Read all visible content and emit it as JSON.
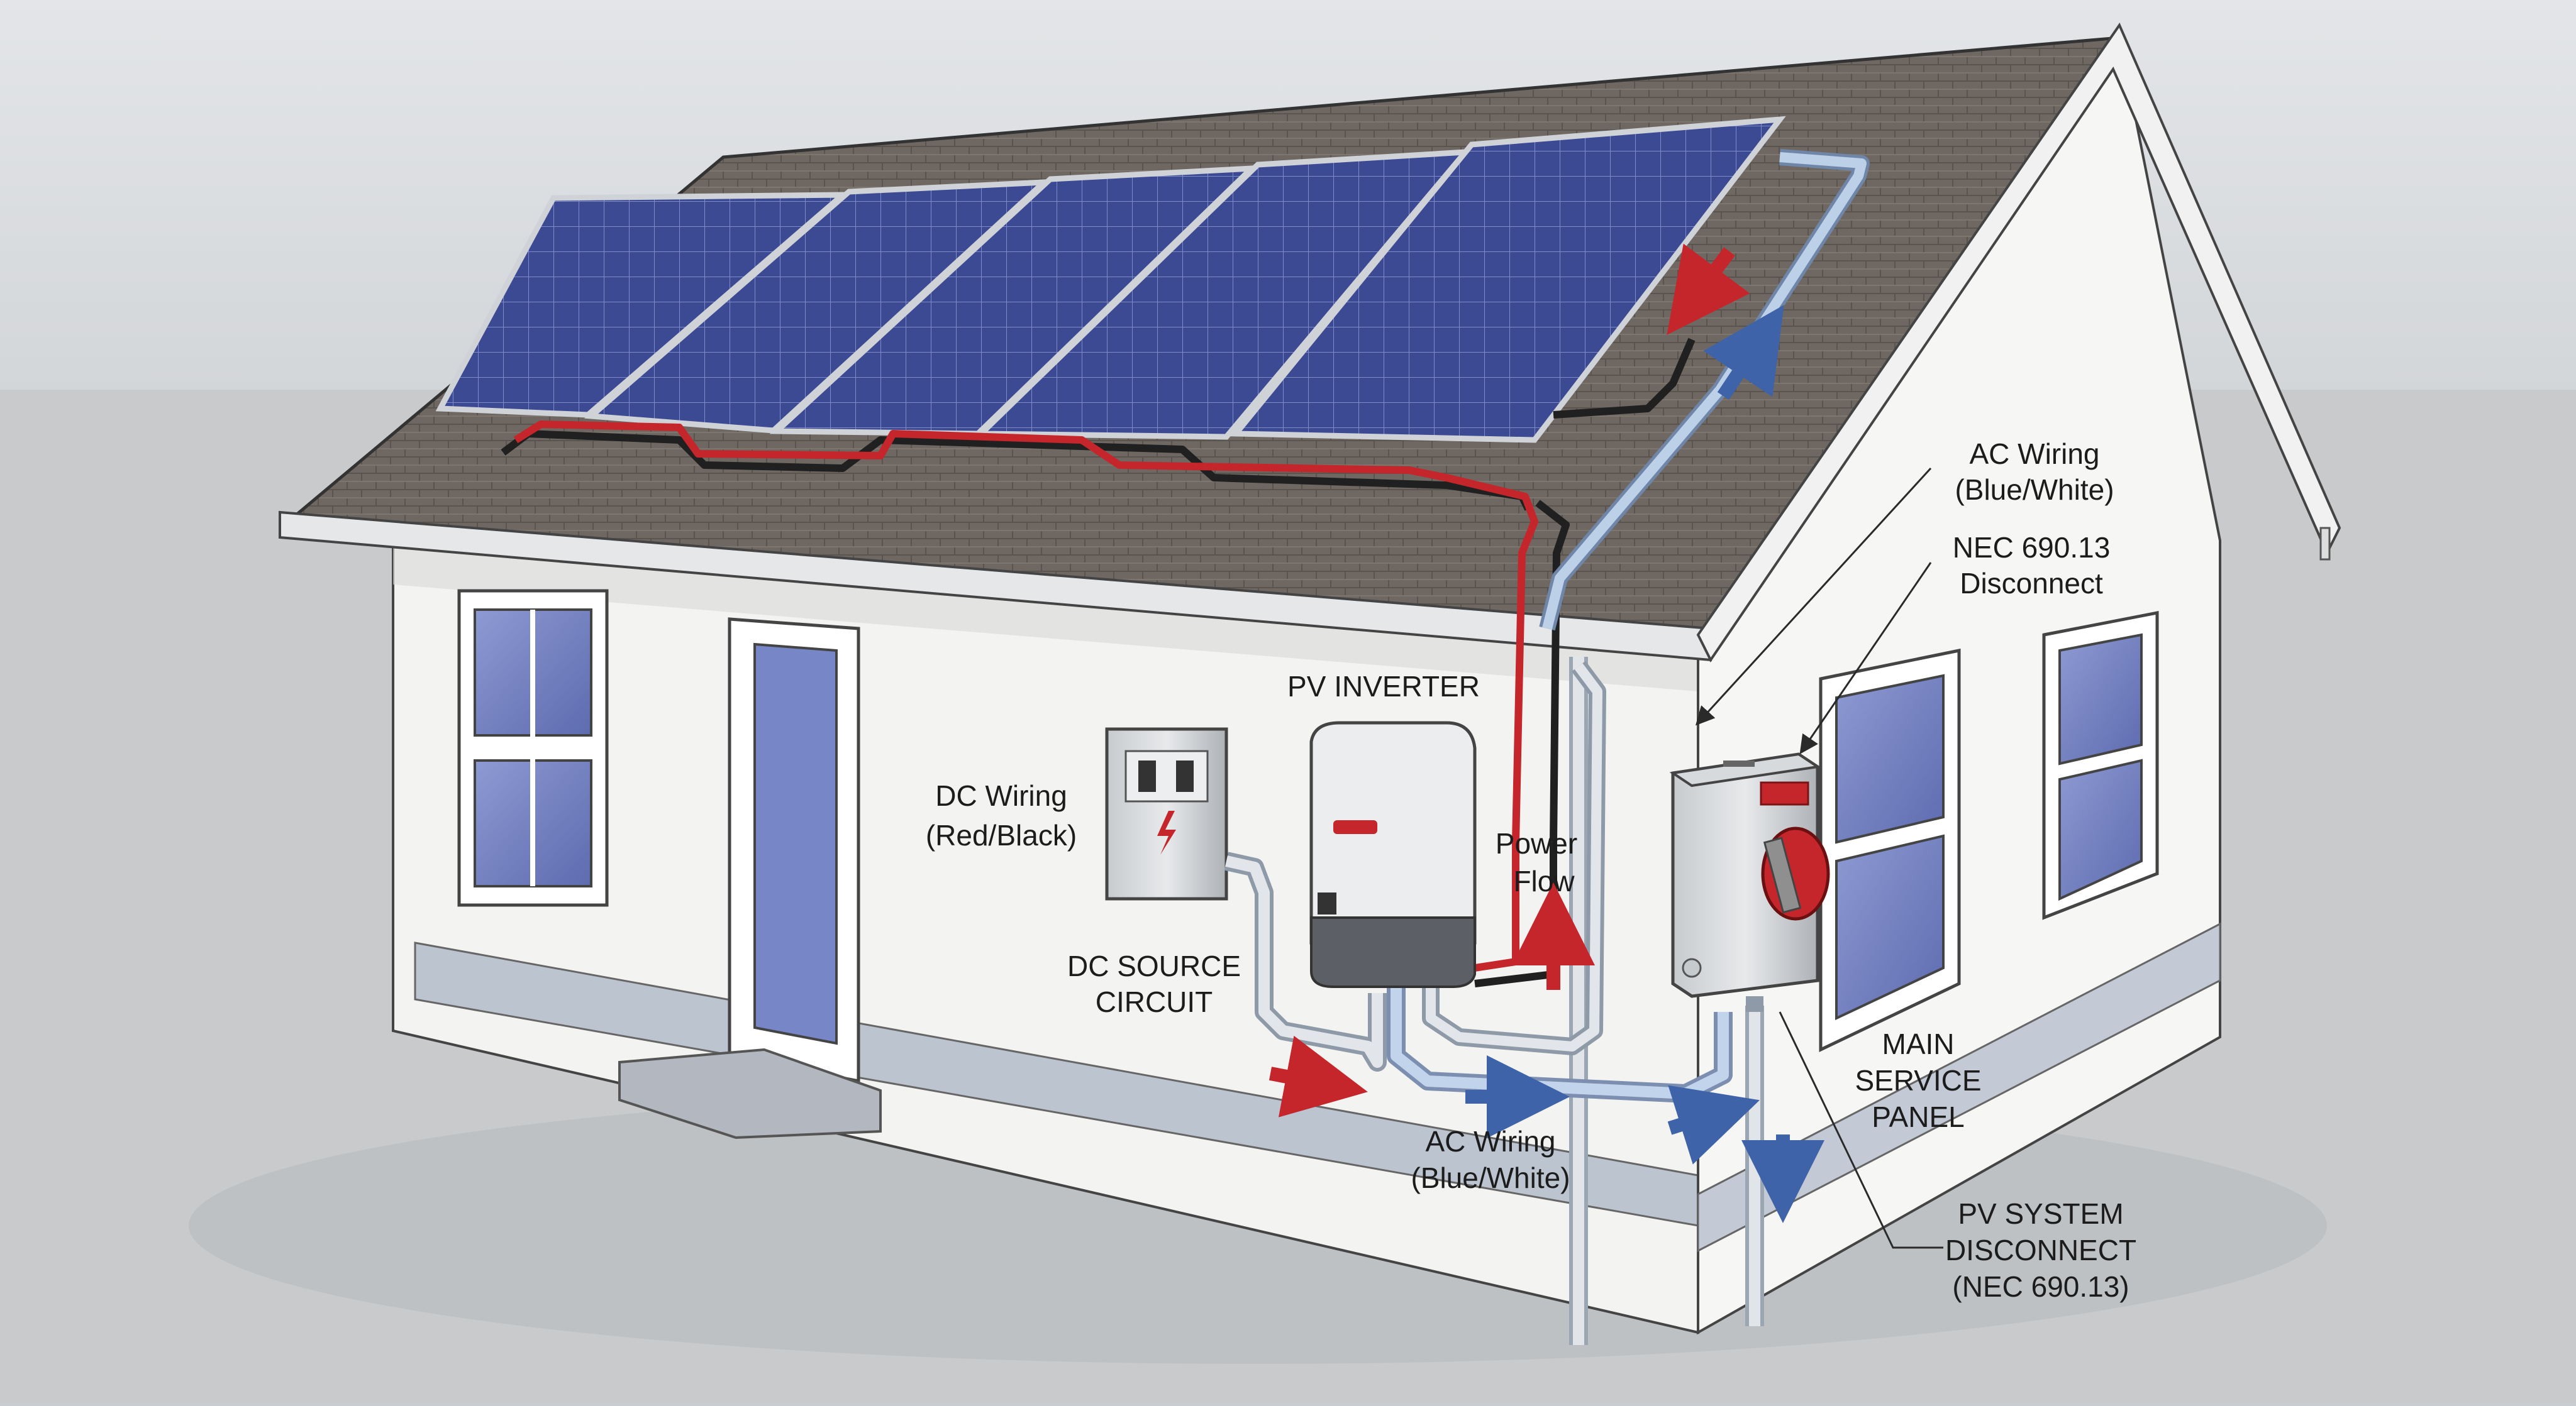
{
  "labels": {
    "ac_wiring_top": [
      "AC Wiring",
      "(Blue/White)"
    ],
    "nec_disconnect": [
      "NEC 690.13",
      "Disconnect"
    ],
    "pv_inverter": [
      "PV INVERTER"
    ],
    "dc_wiring": [
      "DC Wiring",
      "(Red/Black)"
    ],
    "power_flow": [
      "Power",
      "Flow"
    ],
    "dc_source_circuit": [
      "DC SOURCE",
      "CIRCUIT"
    ],
    "ac_wiring_bottom": [
      "AC Wiring",
      "(Blue/White)"
    ],
    "main_service_panel": [
      "MAIN",
      "SERVICE",
      "PANEL"
    ],
    "pv_system_disconnect": [
      "PV SYSTEM",
      "DISCONNECT",
      "(NEC 690.13)"
    ]
  },
  "colors": {
    "dc_positive": "#c4262b",
    "dc_negative": "#202020",
    "ac_conduit": "#9fb9d8",
    "flow_arrow_dc": "#c4262b",
    "flow_arrow_ac": "#3f63a8",
    "solar_panel": "#3c4a94",
    "wall": "#f3f3f1",
    "roof": "#6f6862"
  },
  "icons": [
    "solar-panel-icon",
    "inverter-icon",
    "disconnect-switch-icon",
    "breaker-panel-icon",
    "flow-arrow-icon"
  ]
}
